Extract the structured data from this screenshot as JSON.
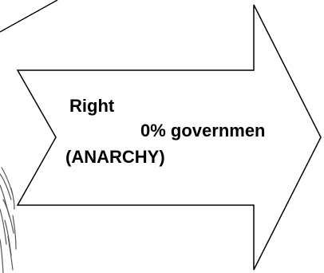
{
  "arrow": {
    "direction": "Right",
    "percent": "0% governmen",
    "type": "(ANARCHY)"
  },
  "colors": {
    "stroke": "#000000",
    "fill": "#ffffff",
    "sketch": "#555555"
  }
}
